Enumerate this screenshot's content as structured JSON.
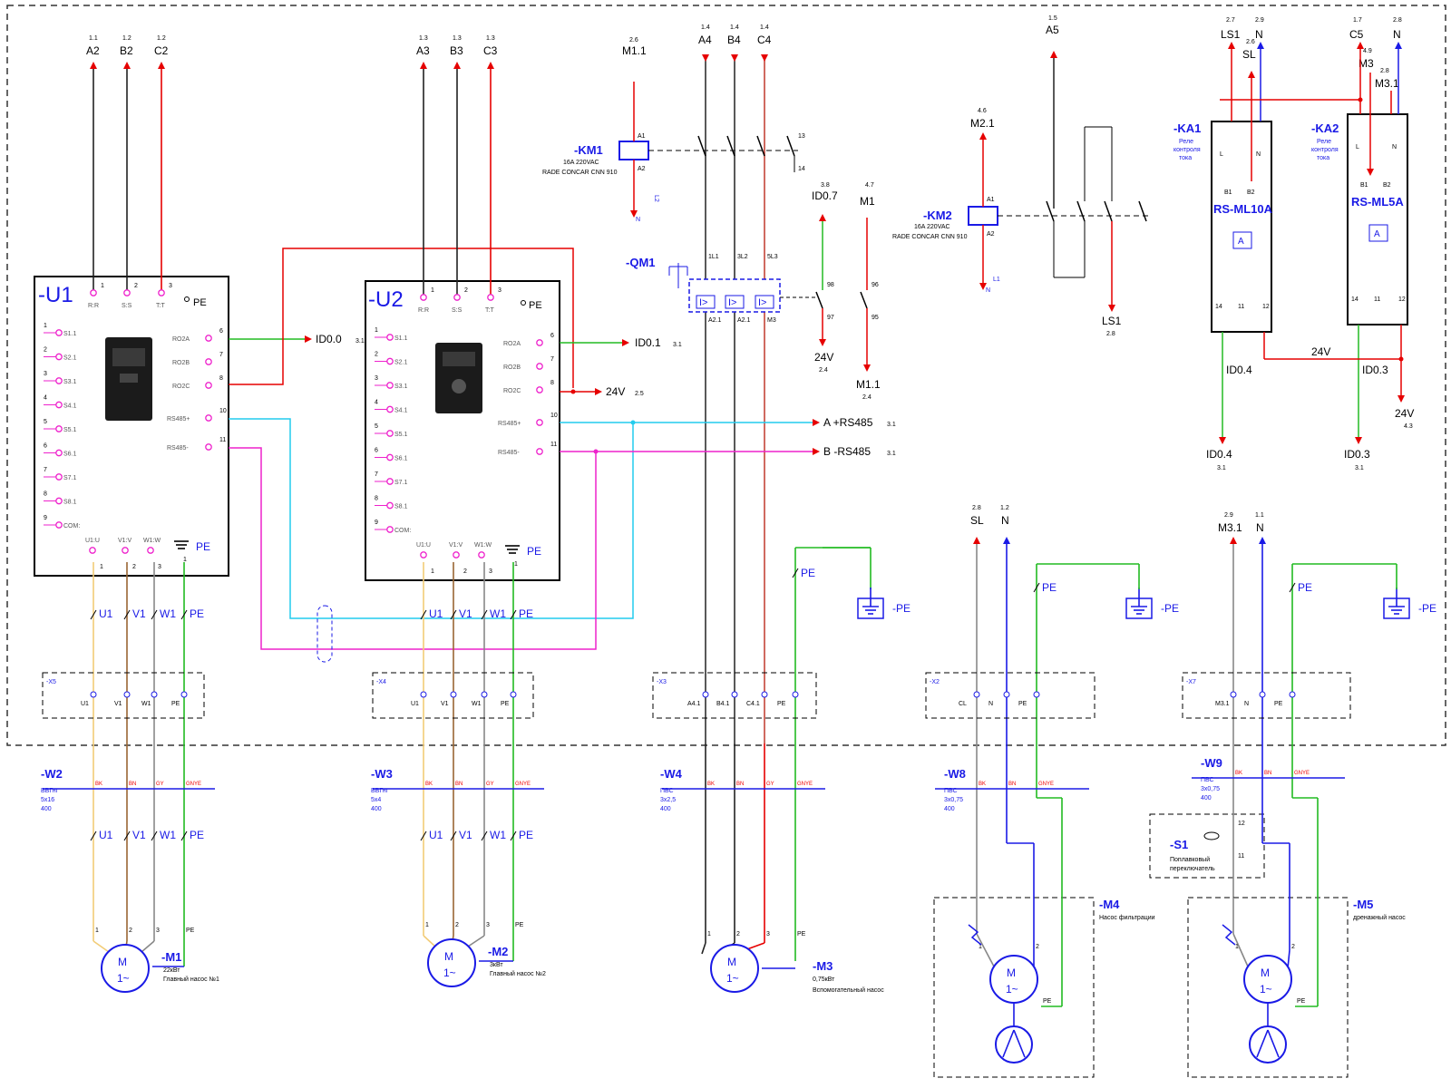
{
  "vfd": {
    "u1": {
      "tag": "-U1"
    },
    "u2": {
      "tag": "-U2"
    },
    "pe": "PE",
    "in_pins": [
      "R:R",
      "S:S",
      "T:T"
    ],
    "inputs": [
      "S1.1",
      "S2.1",
      "S3.1",
      "S4.1",
      "S5.1",
      "S6.1",
      "S7.1",
      "S8.1",
      "COM:"
    ],
    "relay_pins": [
      "RO2A",
      "RO2B",
      "RO2C"
    ],
    "rs_pins": [
      "RS485+",
      "RS485-"
    ],
    "out_pins": [
      "U1:U",
      "V1:V",
      "W1:W"
    ]
  },
  "supplies_u1": [
    {
      "ref": "1.1",
      "name": "A2"
    },
    {
      "ref": "1.2",
      "name": "B2"
    },
    {
      "ref": "1.2",
      "name": "C2"
    }
  ],
  "supplies_u2": [
    {
      "ref": "1.3",
      "name": "A3"
    },
    {
      "ref": "1.3",
      "name": "B3"
    },
    {
      "ref": "1.3",
      "name": "C3"
    }
  ],
  "supplies_m3": [
    {
      "ref": "1.4",
      "name": "A4"
    },
    {
      "ref": "1.4",
      "name": "B4"
    },
    {
      "ref": "1.4",
      "name": "C4"
    }
  ],
  "signals": {
    "id00": "ID0.0",
    "id00_ref": "3.1",
    "id01": "ID0.1",
    "id01_ref": "3.1",
    "v24": "24V",
    "v24_ref": "2.5",
    "rsA": "A +RS485",
    "rsA_ref": "3.1",
    "rsB": "B -RS485",
    "rsB_ref": "3.1"
  },
  "km1": {
    "tag": "-KM1",
    "spec1": "16A 220VAC",
    "spec2": "RADE CONCAR CNN 910",
    "coil_ref": "2.6",
    "coil_net": "M1.1",
    "n": "N",
    "l": "L2"
  },
  "km2": {
    "tag": "-KM2",
    "spec1": "16A 220VAC",
    "spec2": "RADE CONCAR CNN 910",
    "coil_ref": "4.6",
    "coil_net": "M2.1",
    "n": "N",
    "l": "L1"
  },
  "qm1": {
    "tag": "-QM1",
    "trip": "I>",
    "top_pins": [
      "1L1",
      "3L2",
      "5L3"
    ],
    "bot_nets": [
      "A2.1",
      "A2.1",
      "M3"
    ],
    "aux": [
      "98",
      "97",
      "96",
      "95"
    ]
  },
  "aux_nets": {
    "id07_ref": "3.8",
    "id07": "ID0.7",
    "m1_ref": "4.7",
    "m1": "M1",
    "v24_bot": "24V",
    "v24_bot_ref": "2.4",
    "m11_bot": "M1.1",
    "m11_bot_ref": "2.4"
  },
  "km2_nets": {
    "a5_ref": "1.5",
    "a5": "A5",
    "ls1": "LS1",
    "ls1_ref": "2.8"
  },
  "ka": {
    "ka1": {
      "tag": "-KA1",
      "desc": [
        "Реле",
        "контроля",
        "тока"
      ],
      "model": "RS-ML10A"
    },
    "ka2": {
      "tag": "-KA2",
      "desc": [
        "Реле",
        "контроля",
        "тока"
      ],
      "model": "RS-ML5A"
    },
    "terms_top": [
      "L",
      "N"
    ],
    "terms_mid": [
      "B1",
      "B2"
    ],
    "contacts": [
      "14",
      "11",
      "12"
    ],
    "meter": "A"
  },
  "ka_nets": {
    "ls1_ref": "2.7",
    "ls1": "LS1",
    "n1_ref": "2.9",
    "n1": "N",
    "sl_ref": "2.6",
    "sl": "SL",
    "c5_ref": "1.7",
    "c5": "C5",
    "m3_ref": "4.9",
    "m3": "M3",
    "n2_ref": "2.8",
    "n2": "N",
    "m31_ref": "2.8",
    "m31": "M3.1",
    "id04": "ID0.4",
    "id04_ref": "3.1",
    "id03": "ID0.3",
    "id03_ref": "3.1",
    "v24": "24V",
    "v24_ref": "4.3"
  },
  "pe_label": "PE",
  "ground_tag": "-PE",
  "motor_feeds": {
    "m4": [
      {
        "ref": "2.8",
        "name": "SL"
      },
      {
        "ref": "1.2",
        "name": "N"
      }
    ],
    "m5": [
      {
        "ref": "2.9",
        "name": "M3.1"
      },
      {
        "ref": "1.1",
        "name": "N"
      }
    ]
  },
  "wire_marks": [
    "U1",
    "V1",
    "W1",
    "PE"
  ],
  "terminal_blocks": [
    {
      "tag": "-X5",
      "pins": [
        "U1",
        "V1",
        "W1",
        "PE"
      ]
    },
    {
      "tag": "-X4",
      "pins": [
        "U1",
        "V1",
        "W1",
        "PE"
      ]
    },
    {
      "tag": "-X3",
      "pins": [
        "A4.1",
        "B4.1",
        "C4.1",
        "PE"
      ]
    },
    {
      "tag": "-X2",
      "pins": [
        "CL",
        "N",
        "PE"
      ]
    },
    {
      "tag": "-X7",
      "pins": [
        "M3.1",
        "N",
        "PE"
      ]
    }
  ],
  "cables": [
    {
      "tag": "-W2",
      "type": "ВВГнг",
      "size": "5x16",
      "volt": "400",
      "cores": [
        "BK",
        "BN",
        "GY",
        "GNYE"
      ]
    },
    {
      "tag": "-W3",
      "type": "ВВГнг",
      "size": "5x4",
      "volt": "400",
      "cores": [
        "BK",
        "BN",
        "GY",
        "GNYE"
      ]
    },
    {
      "tag": "-W4",
      "type": "ПВС",
      "size": "3x2,5",
      "volt": "400",
      "cores": [
        "BK",
        "BN",
        "GY",
        "GNYE"
      ]
    },
    {
      "tag": "-W8",
      "type": "ПВС",
      "size": "3x0,75",
      "volt": "400",
      "cores": [
        "BK",
        "BN",
        "GNYE"
      ]
    },
    {
      "tag": "-W9",
      "type": "ПВС",
      "size": "3x0,75",
      "volt": "400",
      "cores": [
        "BK",
        "BN",
        "GNYE"
      ]
    }
  ],
  "motors": [
    {
      "tag": "-M1",
      "symbol": "M",
      "phase": "1~",
      "power": "22кВт",
      "desc": "Главный насос №1"
    },
    {
      "tag": "-M2",
      "symbol": "M",
      "phase": "1~",
      "power": "3кВт",
      "desc": "Главный насос №2"
    },
    {
      "tag": "-M3",
      "symbol": "M",
      "phase": "1~",
      "power": "0,75кВт",
      "desc": "Вспомогательный насос"
    },
    {
      "tag": "-M4",
      "symbol": "M",
      "phase": "1~",
      "desc": "Насос фильтрации"
    },
    {
      "tag": "-M5",
      "symbol": "M",
      "phase": "1~",
      "desc": "дренажный насос"
    }
  ],
  "float_switch": {
    "tag": "-S1",
    "desc1": "Поплавковый",
    "desc2": "переключатель",
    "pins": [
      "12",
      "11"
    ]
  },
  "pin_numbers": {
    "one": "1",
    "two": "2",
    "three": "3",
    "pe": "PE"
  },
  "colors": {
    "blue": "#1a1ae6",
    "red": "#e60000",
    "green": "#22bb22",
    "cyan": "#22ccee",
    "magenta": "#ee22cc",
    "brown": "#996633",
    "yellow": "#f2cc77",
    "gray": "#888888",
    "black": "#222222"
  }
}
